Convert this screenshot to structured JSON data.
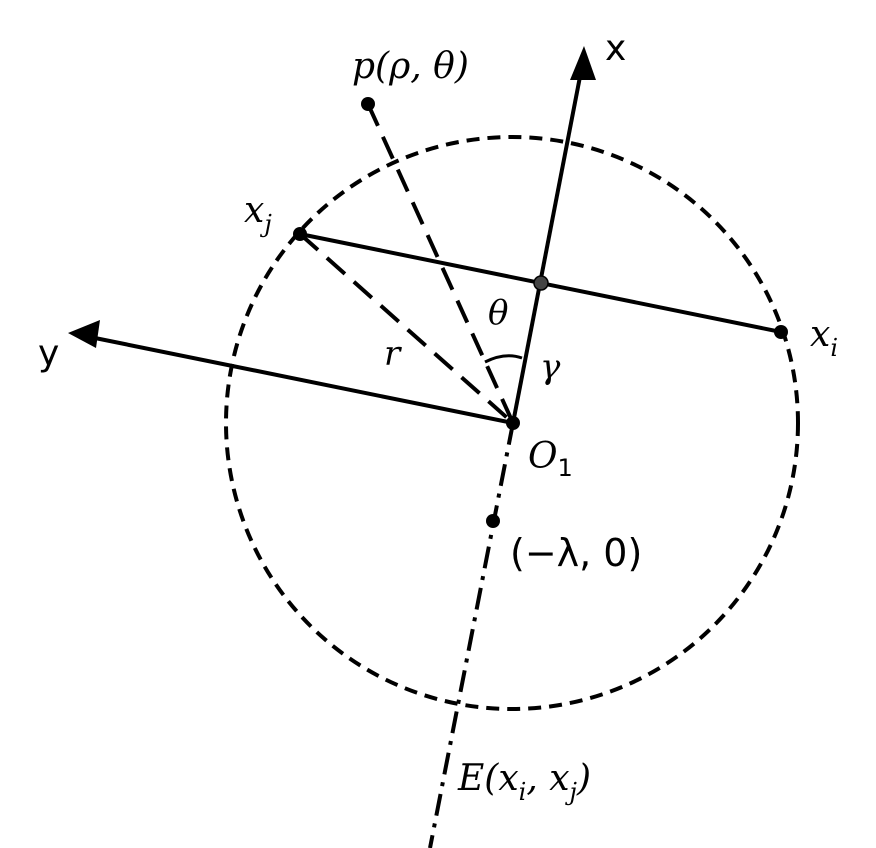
{
  "diagram": {
    "axis_x_label": "x",
    "axis_y_label": "y",
    "point_p_label": "p(ρ, θ)",
    "point_xj_label": "x",
    "point_xj_sub": "j",
    "point_xi_label": "x",
    "point_xi_sub": "i",
    "theta_label": "θ",
    "gamma_label": "γ",
    "r_label": "r",
    "origin_label": "O",
    "origin_sub": "1",
    "lambda_point_label": "(−λ, 0)",
    "ellipse_label_main": "E(x",
    "ellipse_label_sub1": "i",
    "ellipse_label_mid": ", x",
    "ellipse_label_sub2": "j",
    "ellipse_label_end": ")"
  },
  "colors": {
    "stroke": "#000000",
    "center_point": "#444444"
  }
}
